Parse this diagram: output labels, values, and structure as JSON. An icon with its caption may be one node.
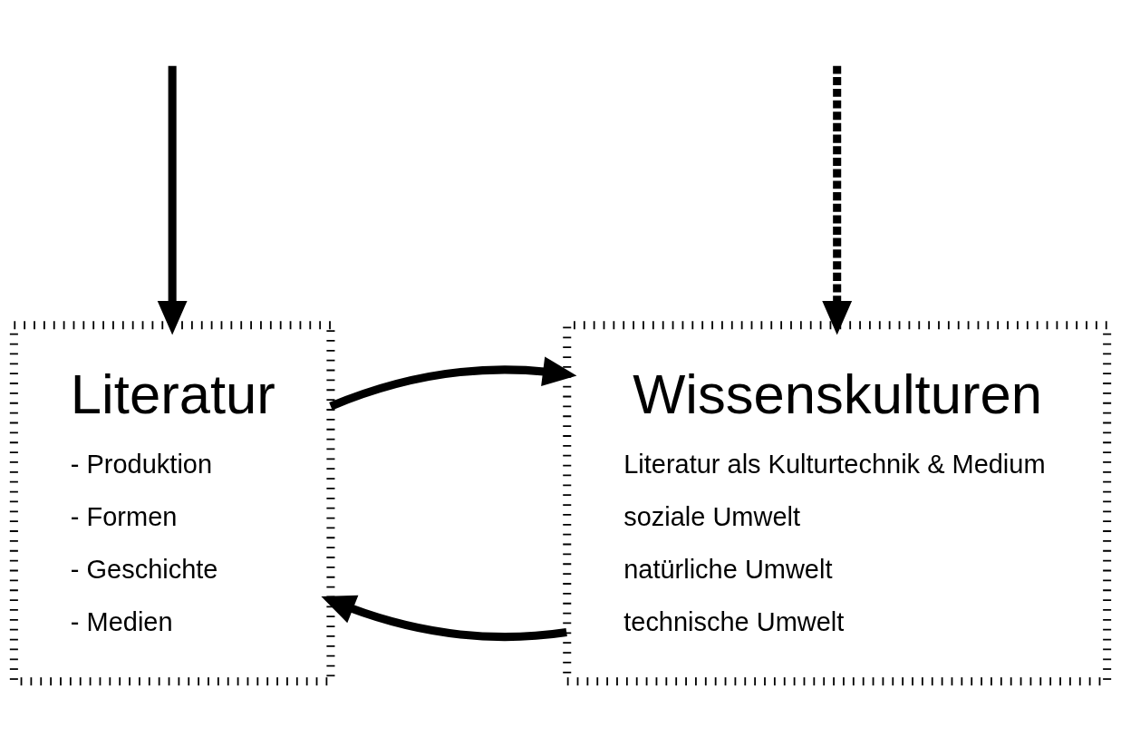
{
  "diagram": {
    "nodes": [
      {
        "text": [
          "Literatur",
          "- Produktion",
          "- Formen",
          "- Geschichte",
          "- Medien"
        ]
      },
      {
        "text": [
          "Wissenskulturen",
          "Literatur als Kulturtechnik & Medium",
          "soziale Umwelt",
          "natürliche Umwelt",
          "technische Umwelt"
        ]
      }
    ],
    "edges": [
      {
        "from": null,
        "to": 0,
        "arrow": "to"
      },
      {
        "from": null,
        "to": 1,
        "arrow": "to",
        "style": "dashed"
      },
      {
        "from": 1,
        "to": 0,
        "arrow": "to"
      },
      {
        "from": 0,
        "to": 1,
        "arrow": "to"
      }
    ]
  }
}
